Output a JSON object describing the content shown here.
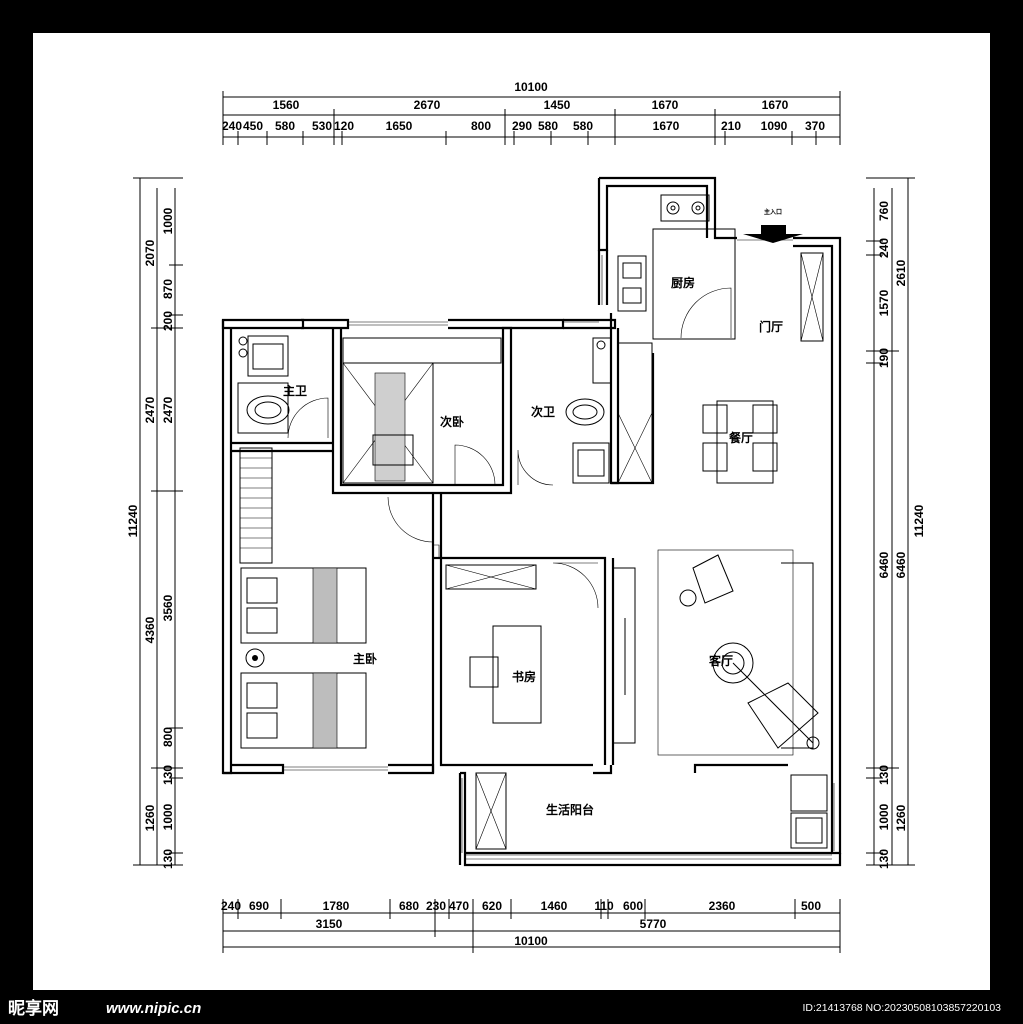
{
  "plan": {
    "dims_top_total": "10100",
    "dims_top_mid": [
      "1560",
      "2670",
      "1450",
      "1670",
      "1670"
    ],
    "dims_top_inner": [
      "240",
      "450",
      "580",
      "530",
      "120",
      "1650",
      "800",
      "290",
      "580",
      "580",
      "1670",
      "210",
      "1090",
      "370"
    ],
    "dims_bottom_inner": [
      "240",
      "690",
      "1780",
      "680",
      "230",
      "470",
      "620",
      "1460",
      "110",
      "600",
      "2360",
      "500"
    ],
    "dims_bottom_mid": [
      "3150",
      "5770"
    ],
    "dims_bottom_total": "10100",
    "dims_left_inner": [
      "1000",
      "870",
      "200",
      "2470",
      "3560",
      "800",
      "130",
      "1000",
      "130"
    ],
    "dims_left_mid": [
      "2070",
      "2470",
      "4360",
      "1260"
    ],
    "dims_left_total": "11240",
    "dims_right_inner": [
      "760",
      "240",
      "1570",
      "190",
      "6460",
      "130",
      "1000",
      "130"
    ],
    "dims_right_mid": [
      "2610",
      "6460",
      "1260"
    ],
    "dims_right_total": "11240",
    "rooms": {
      "entrance_tag": "主入口",
      "kitchen": "厨房",
      "foyer": "门厅",
      "dining": "餐厅",
      "living": "客厅",
      "master_bath": "主卫",
      "second_bedroom": "次卧",
      "second_bath": "次卫",
      "master_bedroom": "主卧",
      "study": "书房",
      "balcony": "生活阳台"
    }
  },
  "watermark": {
    "logo": "昵享网",
    "url": "www.nipic.cn",
    "id": "ID:21413768 NO:20230508103857220103"
  }
}
